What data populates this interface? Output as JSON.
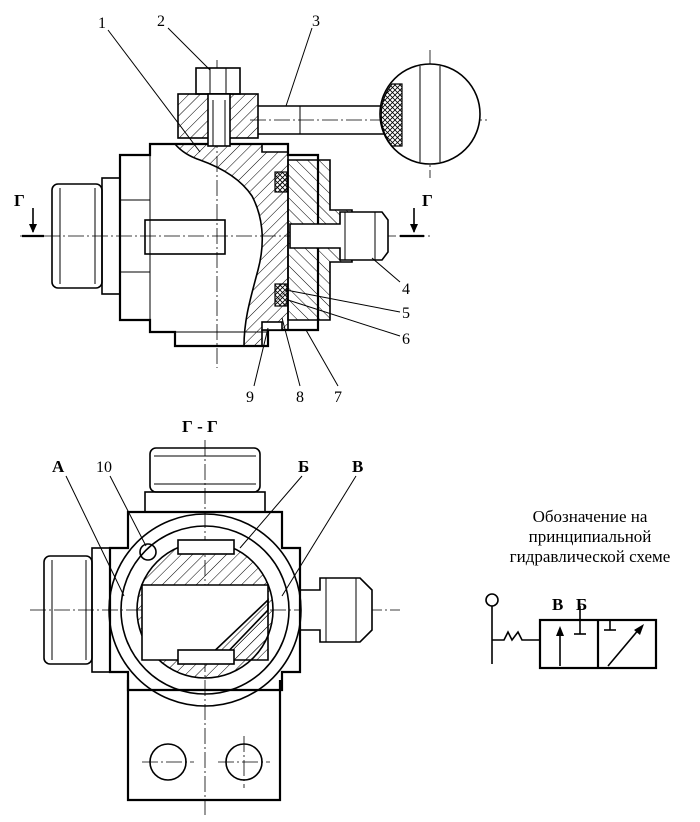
{
  "top_view": {
    "callouts": [
      "1",
      "2",
      "3",
      "4",
      "5",
      "6",
      "7",
      "8",
      "9"
    ],
    "section_mark": "Г"
  },
  "section_view": {
    "title": "Г - Г",
    "callout_10": "10",
    "label_a": "А",
    "label_b": "Б",
    "label_v": "В"
  },
  "legend": {
    "caption_lines": [
      "Обозначение на",
      "принципиальной",
      "гидравлической схеме"
    ],
    "port_v": "В",
    "port_b": "Б"
  }
}
